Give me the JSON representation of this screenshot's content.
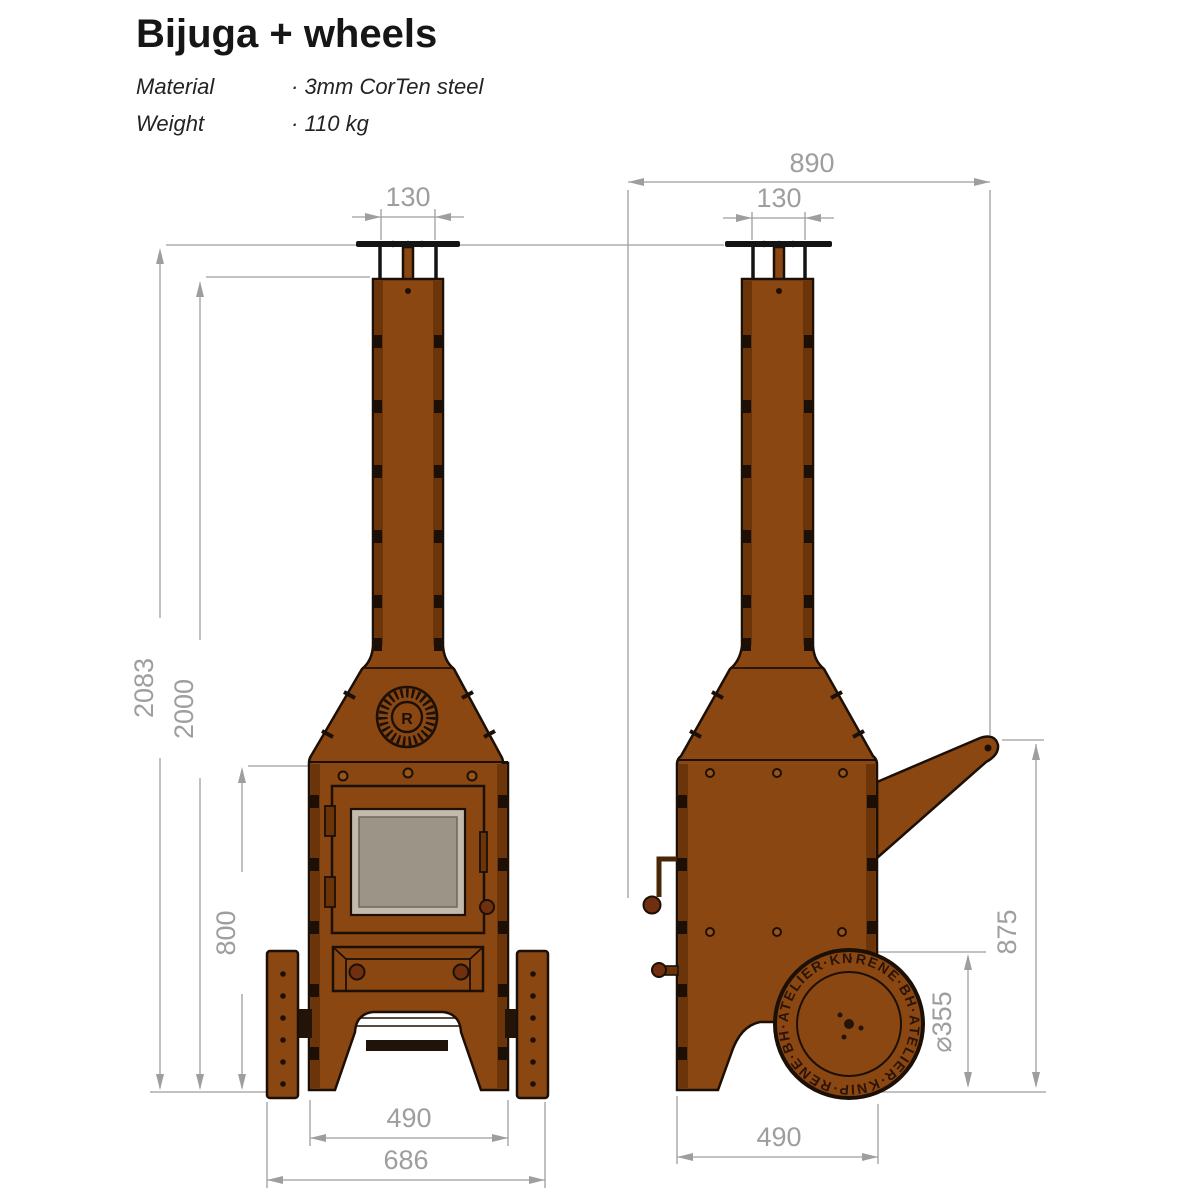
{
  "header": {
    "title": "Bijuga + wheels",
    "specs": [
      {
        "label": "Material",
        "value": "· 3mm CorTen steel"
      },
      {
        "label": "Weight",
        "value": "· 110 kg"
      }
    ]
  },
  "front_view": {
    "dims": {
      "chimney_width": "130",
      "total_height": "2083",
      "chimney_top_height": "2000",
      "firebox_height": "800",
      "leg_span": "490",
      "overall_width": "686"
    },
    "logo_letter": "R"
  },
  "side_view": {
    "dims": {
      "overall_depth": "890",
      "chimney_depth": "130",
      "handle_height": "875",
      "wheel_diameter": "⌀355",
      "base_depth": "490"
    },
    "wheel_rim_text": "·RENÉ·BH·ATELIER·KNIP·RENÉ·BH·ATELIER·KNIP"
  },
  "colors": {
    "corten": "#8a4711",
    "corten_dark": "#6b3409",
    "outline": "#1c1006",
    "glass": "#9d9488",
    "glass_frame": "#c3baae",
    "dimension_grey": "#9e9e9e"
  }
}
